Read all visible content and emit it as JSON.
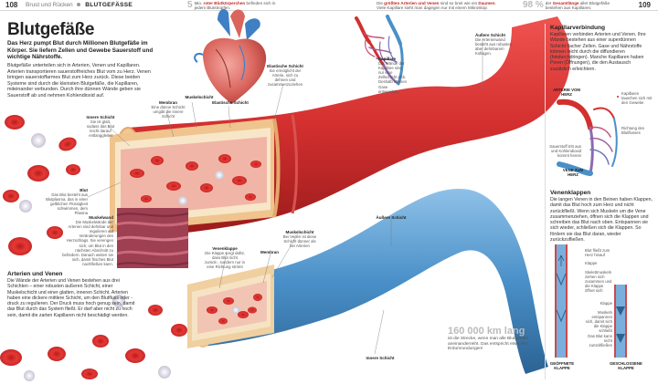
{
  "header": {
    "page_left": "108",
    "page_right": "109",
    "section": "Brust und Rücken",
    "topic": "BLUTGEFÄSSE",
    "fact1": {
      "num": "5",
      "pre": "Mio. ",
      "bold": "roter Blutkörperchen",
      "post": " befinden sich in jedem Blutstropfen."
    },
    "fact2": {
      "pre": "Die ",
      "bold": "größten Arterien und Venen",
      "mid": " sind so breit wie ein ",
      "bold2": "Daumen",
      "post": ". Viele Kapillare sieht man dagegen nur mit einem Mikroskop"
    },
    "fact3": {
      "num": "98 %",
      "pre": "der ",
      "bold": "Gesamtlänge",
      "post": " aller Blutgefäße bestehen aus Kapillaren."
    }
  },
  "main": {
    "title": "Blutgefäße",
    "intro_bold": "Das Herz pumpt Blut durch Millionen Blutgefäße im Körper. Sie liefern Zellen und Gewebe Sauerstoff und wichtige Nährstoffe.",
    "intro": "Blutgefäße unterteilen sich in Arterien, Venen und Kapillaren. Arterien transportieren sauerstoffreiches Blut vom zu Herz. Venen bringen sauerstoffarmes Blut zum Herz zurück. Diese beiden Systeme sind durch die kleinsten Blutgefäße, die Kapillaren, miteinander verbunden. Durch ihre dünnen Wände geben sie Sauerstoff ab und nehmen Kohlendioxid auf.",
    "arteries_heading": "Arterien und Venen",
    "arteries_text": "Die Wände der Arterien und Venen bestehen aus drei Schichten – einer robusten äußeren Schicht, einer Muskelschicht und einer glatten, inneren Schicht. Arterien haben eine dickere mittlere Schicht, um den Blutfluss oder -druck zu regulieren. Der Druck muss hoch genug sein, damit das Blut durch das System fließt. Er darf aber nicht zu hoch sein, damit die zarten Kapillaren nicht beschädigt werden."
  },
  "labels": {
    "membran": {
      "title": "Membran",
      "text": "Eine dünne Schicht umgibt die innere Schicht"
    },
    "muskelschicht_top": {
      "title": "Muskelschicht"
    },
    "elastische": {
      "title": "Elastische Schicht",
      "text": "Sie ermöglicht der Arterie, sich zu dehnen und zusammenzuziehen"
    },
    "innere_top": {
      "title": "Innere Schicht",
      "text": "Sie ist glatt, sodass das Blut leicht darauf entlanggleitet"
    },
    "kapillare": {
      "title": "Kapillare",
      "text": "Die Wände der Kapillare sind nur eine Zellschicht dick. Deshalb können Gase entweichen."
    },
    "aeussere_top": {
      "title": "Äußere Schicht",
      "text": "Die Arterienwand besteht aus robusten, aber dehnbarem Kollagen."
    },
    "blut": {
      "title": "Blut",
      "text": "Das Blut besteht aus Blutplasma, das in einer gelblichen Flüssigkeit schwimmen, dem Plasma"
    },
    "muskelwand": {
      "title": "Muskelwand",
      "text": "Die Muskelwände der Arterien sind dehnbar und regulieren auf Veränderungen des Herzschlags. Sie verengen sich, um Blut in den nächsten Abschnitt zu befördern. Danach weiten sie sich, damit frisches Blut nachfließen kann."
    },
    "muskelschicht_bottom": {
      "title": "Muskelschicht",
      "text": "Bei Venen ist diese Schicht dünner als bei Arterien"
    },
    "venenklappe": {
      "title": "Venenklappe",
      "text": "Die Klappe sorgt dafür, dass Blut nicht zurück-, sondern nur in eine Richtung strömt"
    },
    "membran_bottom": {
      "title": "Membran"
    },
    "aeussere_bottom": {
      "title": "Äußere Schicht"
    },
    "innere_bottom": {
      "title": "Innere Schicht"
    }
  },
  "stat": {
    "number": "160 000 km lang",
    "text": "ist die Strecke, wenn man alle Blutgefäße aneinanderreiht. Das entspricht etwa vier Erdumrundungen!"
  },
  "right": {
    "capillary_heading": "Kapillarverbindung",
    "capillary_text": "Kapillaren verbinden Arterien und Venen. Ihre Wände bestehen aus einer superdünnen Schicht flacher Zellen. Gase und Nährstoffe können leicht durch die diffundieren (hindurchdringen). Manche Kapillaren haben Poren (Öffnungen), die den Austausch zusätzlich erleichtern.",
    "arterie_vom_herz": "ARTERIE VOM HERZ",
    "vene_zum_herz": "VENE ZUM HERZ",
    "kapillaren_label": "Kapillaren tauschen sich mit den Gewebe",
    "sauerstoff": "Sauerstoff tritt aus und Kohlendioxid kommt herein",
    "richtung": "Richtung des Blutflusses",
    "valves_heading": "Venenklappen",
    "valves_text": "Die langen Venen in den Beinen haben Klappen, damit das Blut hoch zum Herz und nicht zurückfließt. Wenn sich Muskeln um die Vene zusammenziehen, öffnen sich die Klappen und schreiben das Blut nach oben. Entspannen sie sich wieder, schließen sich die Klappen. So fördern sie das Blut daran, wieder zurückzufließen.",
    "blut_fliesst": "Blut fließt zum Herz hinauf",
    "klappe": "Klappe",
    "skelettmuskeln": "Skelettmuskeln ziehen sich zusammen und die Klappe öffnet sich",
    "klappe2": "Klappe",
    "muskeln_entspannen": "Muskeln entspannen sich, damit sich die Klappe schließt",
    "blut_kann_nicht": "Das Blut kann nicht zurückfließen",
    "geoeffnete": "GEÖFFNETE KLAPPE",
    "geschlossene": "GESCHLOSSENE KLAPPE"
  },
  "colors": {
    "artery": "#d32f2f",
    "vein": "#4a90c8",
    "accent": "#c62828"
  }
}
